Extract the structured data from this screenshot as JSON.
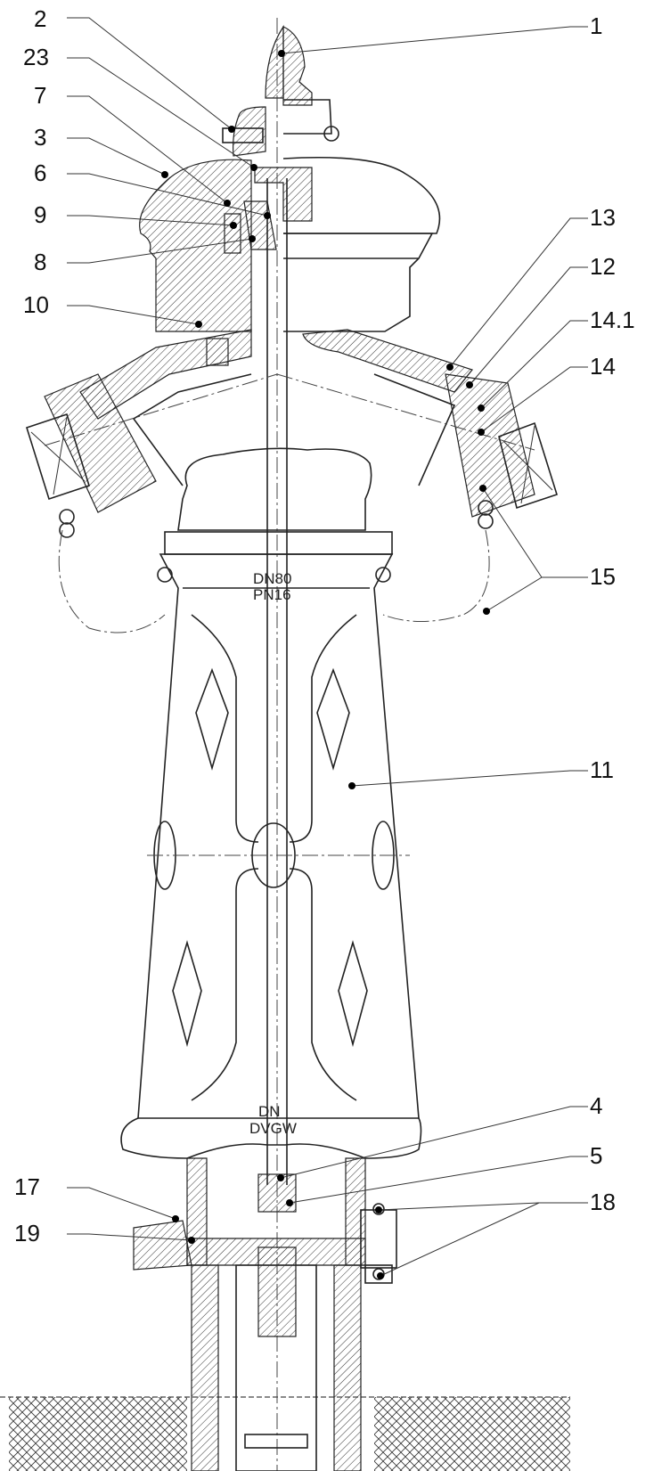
{
  "drawing": {
    "labels": {
      "l1": "1",
      "l2": "2",
      "l23": "23",
      "l7": "7",
      "l3": "3",
      "l6": "6",
      "l9": "9",
      "l8": "8",
      "l10": "10",
      "l13": "13",
      "l12": "12",
      "l14_1": "14.1",
      "l14": "14",
      "l15": "15",
      "l11": "11",
      "l4": "4",
      "l5": "5",
      "l18": "18",
      "l17": "17",
      "l19": "19"
    },
    "body_marking_top_1": "DN80",
    "body_marking_top_2": "PN16",
    "body_marking_bottom_1": "DN",
    "body_marking_bottom_2": "DVGW"
  }
}
